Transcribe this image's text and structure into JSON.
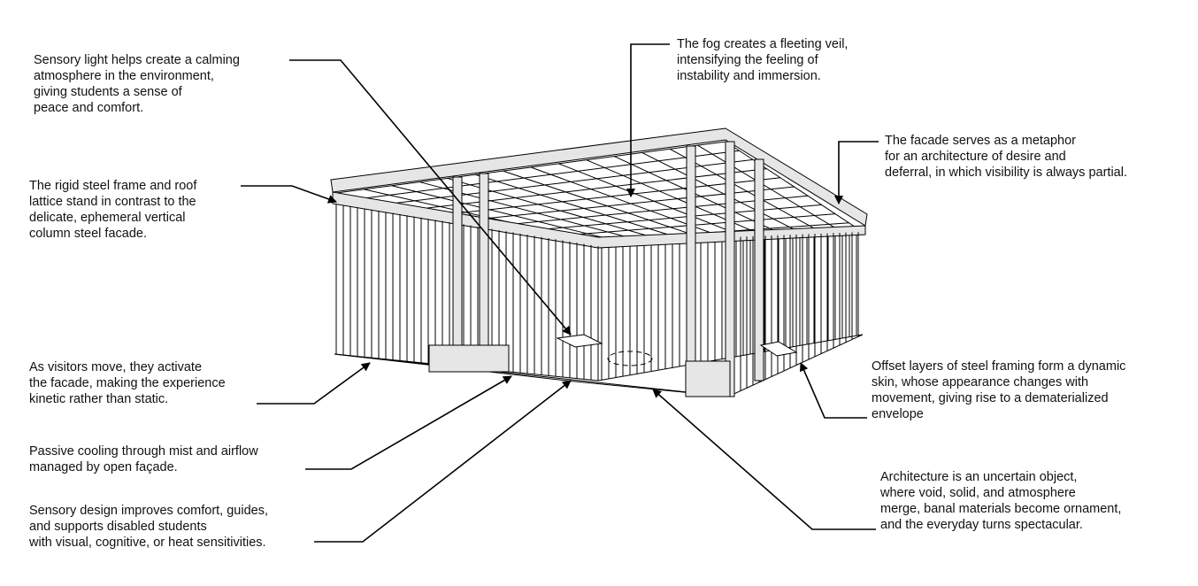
{
  "annotations": [
    {
      "id": "sensory-light",
      "lines": [
        "Sensory light helps create a calming",
        "atmosphere in the environment,",
        "giving students a sense of",
        "peace and comfort."
      ]
    },
    {
      "id": "fog",
      "lines": [
        "The fog creates a fleeting veil,",
        "intensifying the feeling of",
        "instability and immersion."
      ]
    },
    {
      "id": "facade-metaphor",
      "lines": [
        "The facade serves as a metaphor",
        "for an architecture of desire and",
        "deferral, in which visibility is always partial."
      ]
    },
    {
      "id": "steel-frame",
      "lines": [
        "The rigid steel frame and roof",
        "lattice stand in contrast to the",
        "delicate, ephemeral vertical",
        "column steel facade."
      ]
    },
    {
      "id": "visitors",
      "lines": [
        "As visitors move, they activate",
        "the facade, making the experience",
        "kinetic rather than static."
      ]
    },
    {
      "id": "passive-cooling",
      "lines": [
        "Passive cooling through mist and airflow",
        "managed by open façade."
      ]
    },
    {
      "id": "sensory-design",
      "lines": [
        "Sensory design improves comfort, guides,",
        "and supports disabled students",
        "with visual, cognitive, or heat sensitivities."
      ]
    },
    {
      "id": "offset-layers",
      "lines": [
        "Offset layers of steel framing form a dynamic",
        "skin, whose appearance changes with",
        "movement, giving rise to a dematerialized",
        "envelope"
      ]
    },
    {
      "id": "architecture",
      "lines": [
        "Architecture is an uncertain object,",
        "where void, solid, and atmosphere",
        "merge, banal materials become ornament,",
        "and the everyday turns spectacular."
      ]
    }
  ]
}
